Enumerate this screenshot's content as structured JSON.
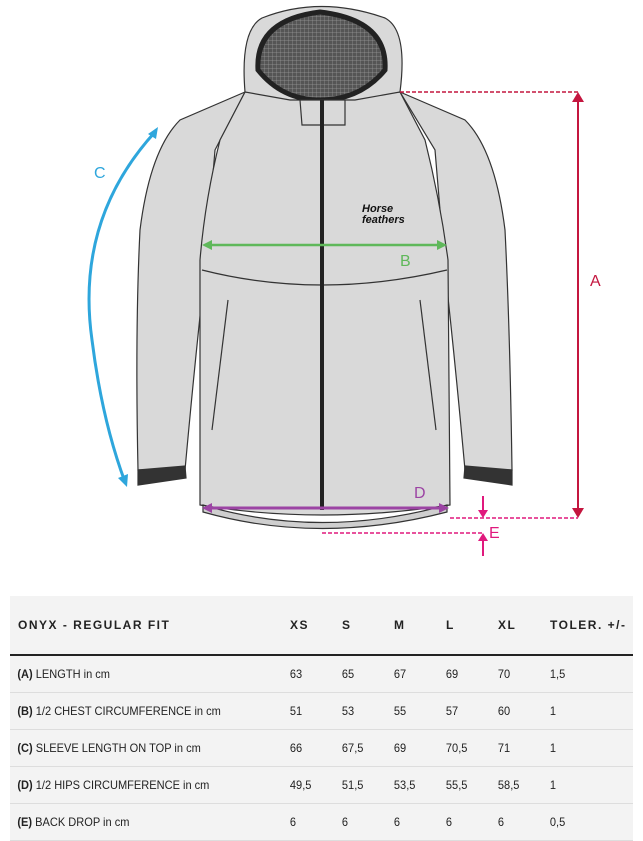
{
  "diagram": {
    "brand_logo": "Horse feathers",
    "measure_labels": {
      "A": "A",
      "B": "B",
      "C": "C",
      "D": "D",
      "E": "E"
    },
    "colors": {
      "A": "#c4163f",
      "B": "#5fb85a",
      "C": "#2ea6dc",
      "D": "#9c44a4",
      "E": "#e0197d",
      "jacket": "#d9d9d9",
      "outline": "#333333"
    }
  },
  "table": {
    "title": "ONYX - REGULAR FIT",
    "columns": [
      "XS",
      "S",
      "M",
      "L",
      "XL",
      "TOLER. +/-"
    ],
    "rows": [
      {
        "code": "(A)",
        "label": "LENGTH in cm",
        "values": [
          "63",
          "65",
          "67",
          "69",
          "70",
          "1,5"
        ]
      },
      {
        "code": "(B)",
        "label": "1/2 CHEST CIRCUMFERENCE in cm",
        "values": [
          "51",
          "53",
          "55",
          "57",
          "60",
          "1"
        ]
      },
      {
        "code": "(C)",
        "label": "SLEEVE LENGTH ON TOP in cm",
        "values": [
          "66",
          "67,5",
          "69",
          "70,5",
          "71",
          "1"
        ]
      },
      {
        "code": "(D)",
        "label": "1/2 HIPS CIRCUMFERENCE in cm",
        "values": [
          "49,5",
          "51,5",
          "53,5",
          "55,5",
          "58,5",
          "1"
        ]
      },
      {
        "code": "(E)",
        "label": "BACK DROP in cm",
        "values": [
          "6",
          "6",
          "6",
          "6",
          "6",
          "0,5"
        ]
      }
    ]
  }
}
